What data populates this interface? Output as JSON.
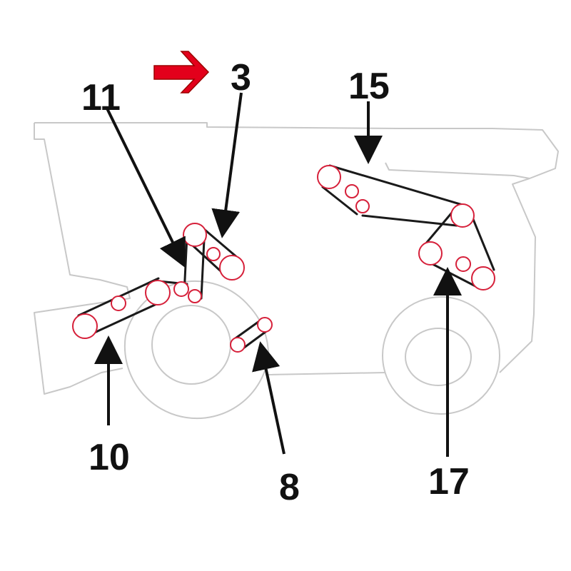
{
  "colors": {
    "outline": "#c8c8c8",
    "belt": "#1a1a1a",
    "pulley_stroke": "#d6203a",
    "callout": "#111111",
    "highlight_arrow": "#e3001b"
  },
  "labels": {
    "l3": "3",
    "l8": "8",
    "l10": "10",
    "l11": "11",
    "l15": "15",
    "l17": "17"
  }
}
